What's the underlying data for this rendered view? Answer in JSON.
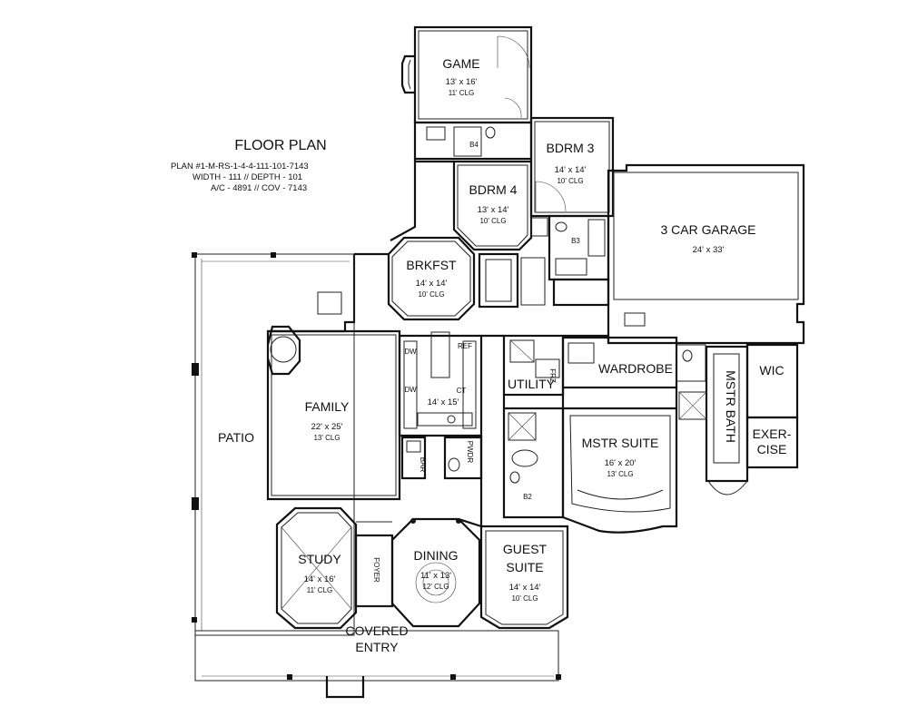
{
  "header": {
    "title": "FLOOR PLAN",
    "lines": [
      "PLAN #1-M-RS-1-4-4-111-101-7143",
      "WIDTH - 111 // DEPTH - 101",
      "A/C - 4891 // COV - 7143"
    ]
  },
  "rooms": {
    "game": {
      "name": "GAME",
      "size": "13' x 16'",
      "clg": "11' CLG"
    },
    "bdrm3": {
      "name": "BDRM 3",
      "size": "14' x 14'",
      "clg": "10' CLG"
    },
    "bdrm4": {
      "name": "BDRM 4",
      "size": "13' x 14'",
      "clg": "10' CLG"
    },
    "garage": {
      "name": "3 CAR GARAGE",
      "size": "24' x 33'"
    },
    "brkfst": {
      "name": "BRKFST",
      "size": "14' x 14'",
      "clg": "10' CLG"
    },
    "kitchen": {
      "size": "14' x 15'"
    },
    "family": {
      "name": "FAMILY",
      "size": "22' x 25'",
      "clg": "13' CLG"
    },
    "patio": {
      "name": "PATIO"
    },
    "wardrobe": {
      "name": "WARDROBE"
    },
    "utility": {
      "name": "UTILITY"
    },
    "mstr_suite": {
      "name": "MSTR SUITE",
      "size": "16' x 20'",
      "clg": "13' CLG"
    },
    "mstr_bath": {
      "name": "MSTR BATH"
    },
    "wic": {
      "name": "WIC"
    },
    "exercise": {
      "line1": "EXER-",
      "line2": "CISE"
    },
    "study": {
      "name": "STUDY",
      "size": "14' x 16'",
      "clg": "11' CLG"
    },
    "foyer": {
      "name": "FOYER"
    },
    "dining": {
      "name": "DINING",
      "size": "11' x 13'",
      "clg": "12' CLG"
    },
    "guest": {
      "line1": "GUEST",
      "line2": "SUITE",
      "size": "14' x 14'",
      "clg": "10' CLG"
    },
    "covered_entry": {
      "line1": "COVERED",
      "line2": "ENTRY"
    },
    "b2": {
      "name": "B2"
    },
    "b3": {
      "name": "B3"
    },
    "b4": {
      "name": "B4"
    },
    "pwdr": {
      "name": "PWDR"
    },
    "bar": {
      "name": "BAR"
    }
  },
  "fixtures": {
    "ref": "REF",
    "dw1": "DW",
    "dw2": "DW",
    "ct": "CT",
    "frz": "FRZ"
  }
}
